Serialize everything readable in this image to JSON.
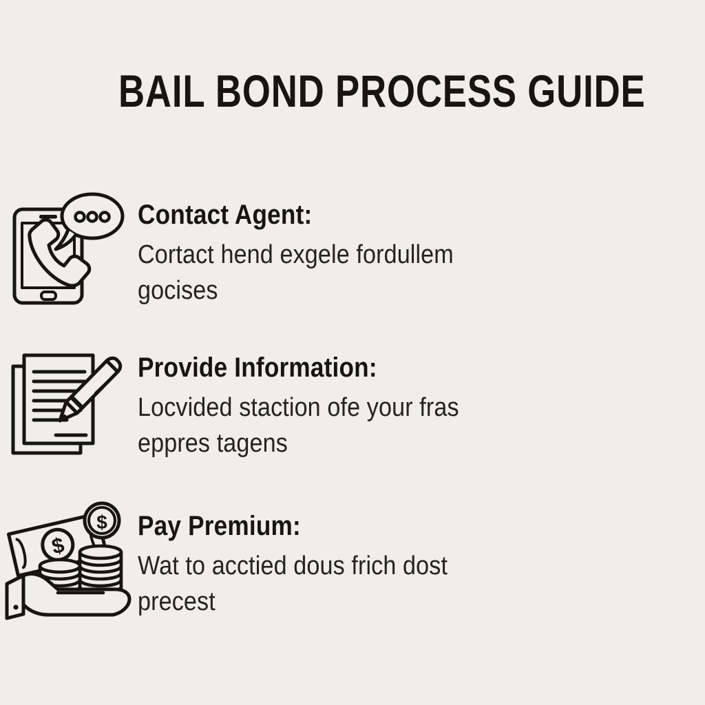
{
  "page": {
    "title": "BAIL BOND PROCESS GUIDE",
    "background_color": "#efeeea",
    "ink_color": "#16150f",
    "body_text_color": "#24231d"
  },
  "steps": [
    {
      "icon_name": "phone-chat-icon",
      "heading": "Contact Agent:",
      "body": "Cortact hend exgele fordullem gocises"
    },
    {
      "icon_name": "document-pen-icon",
      "heading": "Provide Information:",
      "body": "Locvided staction ofe your fras eppres tagens"
    },
    {
      "icon_name": "hand-money-icon",
      "heading": "Pay Premium:",
      "body": "Wat to acctied dous frich dost precest"
    }
  ]
}
